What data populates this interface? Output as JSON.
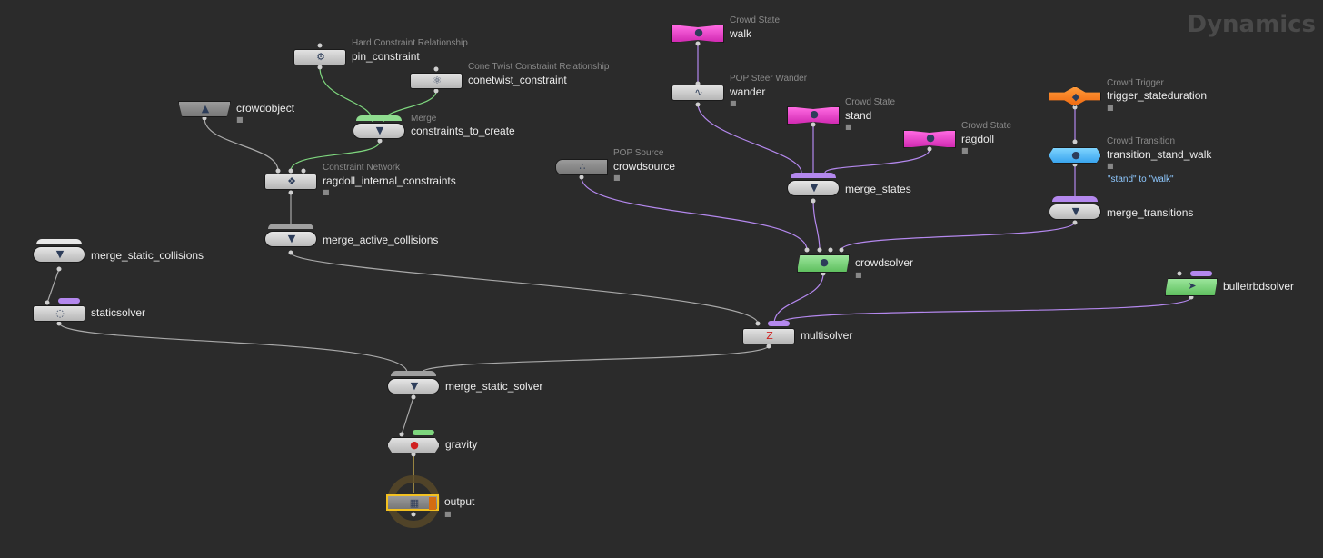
{
  "context_label": "Dynamics",
  "colors": {
    "wire_gray": "#a9a9a9",
    "wire_purple": "#b488ee",
    "wire_green": "#7ed67e",
    "wire_yellow": "#e0c050"
  },
  "nodes": {
    "pin_constraint": {
      "type": "Hard Constraint Relationship",
      "name": "pin_constraint"
    },
    "conetwist_constraint": {
      "type": "Cone Twist Constraint Relationship",
      "name": "conetwist_constraint"
    },
    "crowdobject": {
      "name": "crowdobject"
    },
    "constraints_to_create": {
      "type": "Merge",
      "name": "constraints_to_create"
    },
    "ragdoll_internal_constraints": {
      "type": "Constraint Network",
      "name": "ragdoll_internal_constraints"
    },
    "merge_active_collisions": {
      "name": "merge_active_collisions"
    },
    "merge_static_collisions": {
      "name": "merge_static_collisions"
    },
    "staticsolver": {
      "name": "staticsolver"
    },
    "walk": {
      "type": "Crowd State",
      "name": "walk"
    },
    "wander": {
      "type": "POP Steer Wander",
      "name": "wander"
    },
    "stand": {
      "type": "Crowd State",
      "name": "stand"
    },
    "ragdoll": {
      "type": "Crowd State",
      "name": "ragdoll"
    },
    "crowdsource": {
      "type": "POP Source",
      "name": "crowdsource"
    },
    "merge_states": {
      "name": "merge_states"
    },
    "trigger_stateduration": {
      "type": "Crowd Trigger",
      "name": "trigger_stateduration"
    },
    "transition_stand_walk": {
      "type": "Crowd Transition",
      "name": "transition_stand_walk",
      "note": "\"stand\" to \"walk\""
    },
    "merge_transitions": {
      "name": "merge_transitions"
    },
    "crowdsolver": {
      "name": "crowdsolver"
    },
    "bulletrbdsolver": {
      "name": "bulletrbdsolver"
    },
    "multisolver": {
      "name": "multisolver"
    },
    "merge_static_solver": {
      "name": "merge_static_solver"
    },
    "gravity": {
      "name": "gravity"
    },
    "output": {
      "name": "output"
    }
  }
}
